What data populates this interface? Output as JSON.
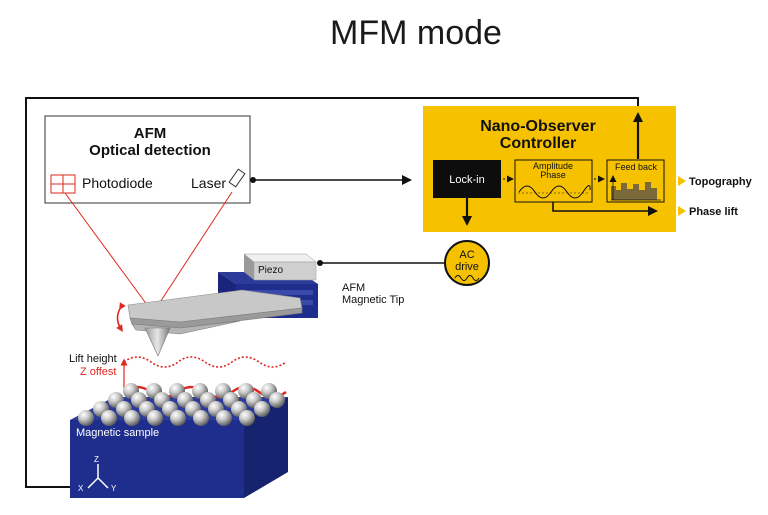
{
  "title": "MFM mode",
  "afm_box": {
    "title_line1": "AFM",
    "title_line2": "Optical detection",
    "photodiode_label": "Photodiode",
    "laser_label": "Laser"
  },
  "controller": {
    "title_line1": "Nano-Observer",
    "title_line2": "Controller",
    "lockin_label": "Lock-in",
    "ampphase_line1": "Amplitude",
    "ampphase_line2": "Phase",
    "feedback_label": "Feed back",
    "output_topography": "Topography",
    "output_phase_lift": "Phase lift"
  },
  "ac_drive": {
    "line1": "AC",
    "line2": "drive"
  },
  "piezo_label": "Piezo",
  "tip_label_line1": "AFM",
  "tip_label_line2": "Magnetic Tip",
  "lift_height_label": "Lift height",
  "z_offset_label": "Z offest",
  "sample_label": "Magnetic sample",
  "axes": {
    "x": "X",
    "y": "Y",
    "z": "Z"
  },
  "colors": {
    "controller_yellow": "#f6c200",
    "sample_blue": "#1f2e8c",
    "laser_red": "#e0271f",
    "arrow_yellow": "#f6c200"
  }
}
